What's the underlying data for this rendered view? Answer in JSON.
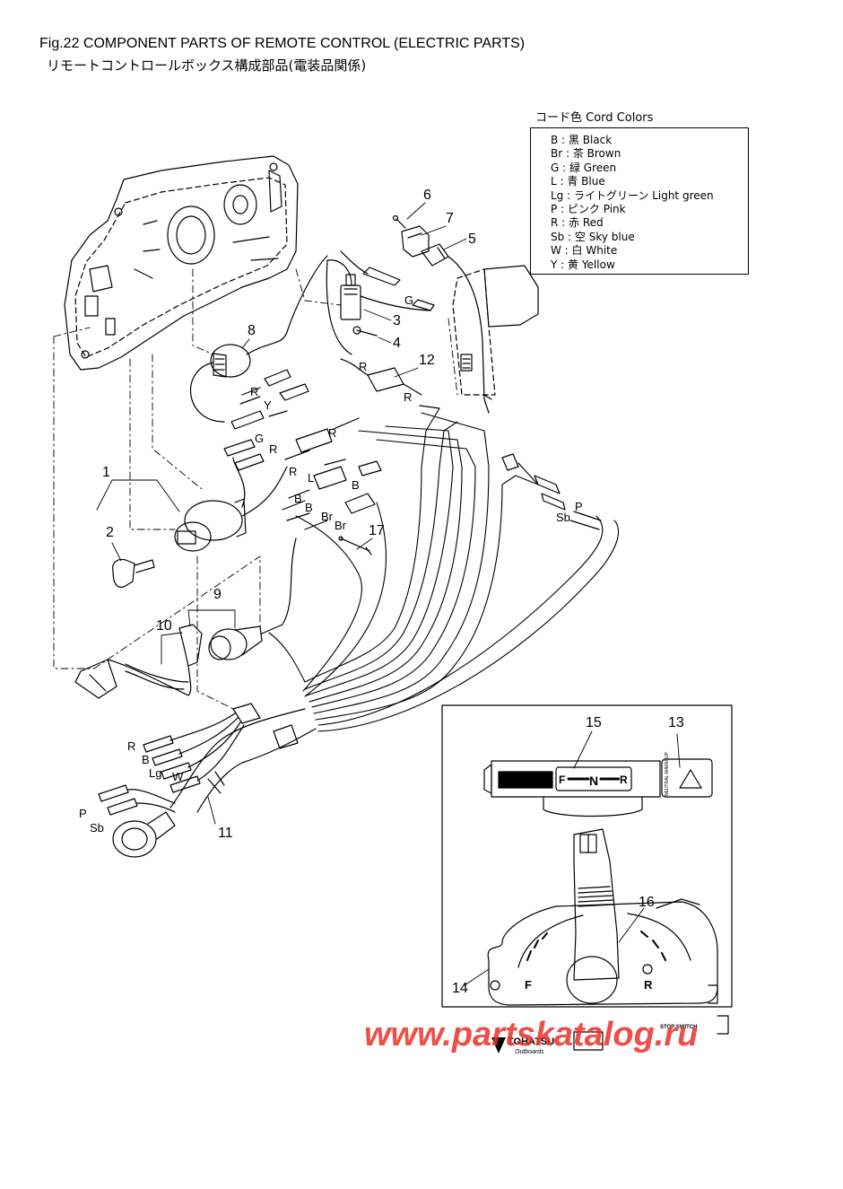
{
  "title": {
    "en": "Fig.22  COMPONENT PARTS OF REMOTE CONTROL (ELECTRIC PARTS)",
    "jp": "リモートコントロールボックス構成部品(電装品関係)"
  },
  "legend": {
    "heading": "コード色 Cord Colors",
    "rows": [
      "B  : 黒 Black",
      "Br : 茶 Brown",
      "G  : 緑 Green",
      "L  : 青 Blue",
      "Lg : ライトグリーン Light green",
      "P  : ピンク Pink",
      "R  : 赤 Red",
      "Sb : 空 Sky blue",
      "W  : 白 White",
      "Y  : 黄 Yellow"
    ]
  },
  "callouts": {
    "p1": "1",
    "p2": "2",
    "p3": "3",
    "p4": "4",
    "p5": "5",
    "p6": "6",
    "p7": "7",
    "p8": "8",
    "p9": "9",
    "p10": "10",
    "p11": "11",
    "p12": "12",
    "p13": "13",
    "p14": "14",
    "p15": "15",
    "p16": "16",
    "p17": "17"
  },
  "wire_labels": {
    "g_top": "G",
    "r_top": "R",
    "r_12": "R",
    "r_8": "R",
    "y_8": "Y",
    "g_mid": "G",
    "r_mid1": "R",
    "r_mid2": "R",
    "r_sw": "R",
    "l_sw": "L",
    "b_sw1": "B",
    "b_sw2": "B",
    "b_sw3": "B",
    "br_1": "Br",
    "br_2": "Br",
    "p_right": "P",
    "sb_right": "Sb",
    "r_bot": "R",
    "b_bot": "B",
    "lg_bot": "Lg",
    "w_bot": "W",
    "p_bot": "P",
    "sb_bot": "Sb"
  },
  "indicator": {
    "f": "F",
    "n": "N",
    "r": "R"
  },
  "lever": {
    "f": "F",
    "r": "R",
    "stop_switch": "STOP SWITCH",
    "brand": "TOHATSU",
    "brand_sub": "Outboards",
    "neutral": "NEUTRAL WARM-UP"
  },
  "watermark": "www.partskatalog.ru"
}
